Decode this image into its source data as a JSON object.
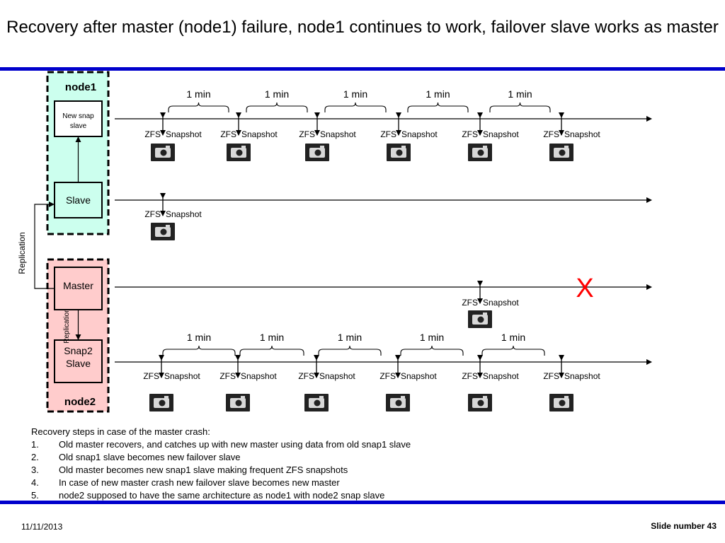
{
  "slide": {
    "title": "Recovery after master (node1) failure, node1 continues to work,  failover slave works as master",
    "date": "11/11/2013",
    "slide_number": "Slide number 43"
  },
  "colors": {
    "blue_rule": "#0000cc",
    "node1_fill": "#ccffee",
    "node2_fill": "#ffcccc",
    "failure_mark": "#ff0000"
  },
  "diagram": {
    "node1_label": "node1",
    "node2_label": "node2",
    "new_snap_slave_line1": "New snap",
    "new_snap_slave_line2": "slave",
    "slave_label": "Slave",
    "master_label": "Master",
    "snap2_slave_line1": "Snap2",
    "snap2_slave_line2": "Slave",
    "replication_label": "Replication",
    "replication_inner_label": "Replication",
    "failure_mark": "X",
    "interval_label": "1 min",
    "zfs_word": "ZFS",
    "snapshot_word": "Snapshot",
    "camera_icon": "camera-icon"
  },
  "recovery": {
    "heading": "Recovery steps in case of the master crash:",
    "steps": [
      {
        "num": "1.",
        "text": "Old master recovers, and catches up with new master using data from old snap1 slave"
      },
      {
        "num": "2.",
        "text": "Old snap1 slave becomes new failover slave"
      },
      {
        "num": "3.",
        "text": "Old master becomes new snap1 slave making frequent ZFS snapshots"
      },
      {
        "num": "4.",
        "text": "In case of new master crash new failover slave becomes new master"
      },
      {
        "num": "5.",
        "text": "node2 supposed to have the same architecture as node1 with node2 snap slave"
      }
    ]
  }
}
